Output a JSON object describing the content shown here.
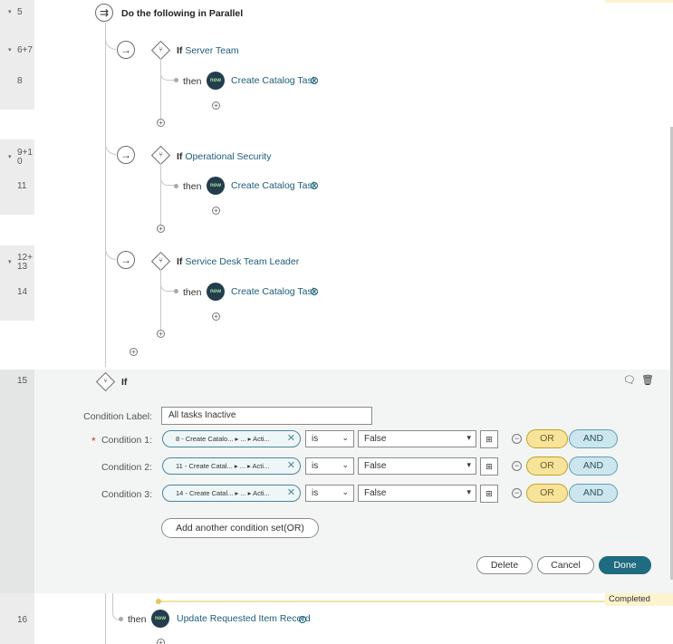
{
  "gutter": {
    "steps": [
      "5",
      "6+7",
      "8",
      "9+1",
      "0",
      "11",
      "12+",
      "13",
      "14",
      "15",
      "16"
    ]
  },
  "flow": {
    "parallel_title": "Do the following in Parallel",
    "branches": [
      {
        "if": "If",
        "condition": "Server Team",
        "then": "then",
        "badge": "now",
        "action": "Create Catalog Task"
      },
      {
        "if": "If",
        "condition": "Operational Security",
        "then": "then",
        "badge": "now",
        "action": "Create Catalog Task"
      },
      {
        "if": "If",
        "condition": "Service Desk Team Leader",
        "then": "then",
        "badge": "now",
        "action": "Create Catalog Task"
      }
    ],
    "step15_title": "If",
    "step16": {
      "then": "then",
      "badge": "now",
      "action": "Update Requested Item Record",
      "status": "Completed"
    }
  },
  "editor": {
    "condition_label_label": "Condition Label:",
    "condition_label_value": "All tasks Inactive",
    "required_mark": "*",
    "conditions": [
      {
        "label": "Condition 1:",
        "pill_a": "8 - Create Catalo...",
        "pill_b": "▸ ... ▸ Acti...",
        "operator": "is",
        "value": "False"
      },
      {
        "label": "Condition 2:",
        "pill_a": "11 - Create Catal...",
        "pill_b": "▸ ... ▸ Acti...",
        "operator": "is",
        "value": "False"
      },
      {
        "label": "Condition 3:",
        "pill_a": "14 - Create Catal...",
        "pill_b": "▸ ... ▸ Acti...",
        "operator": "is",
        "value": "False"
      }
    ],
    "or_label": "OR",
    "and_label": "AND",
    "add_condition_label": "Add another condition set(OR)",
    "delete_label": "Delete",
    "cancel_label": "Cancel",
    "done_label": "Done"
  },
  "colors": {
    "accent": "#1f6b80",
    "link": "#1a5d75",
    "or": "#f7e49a",
    "and": "#cde6ee"
  }
}
